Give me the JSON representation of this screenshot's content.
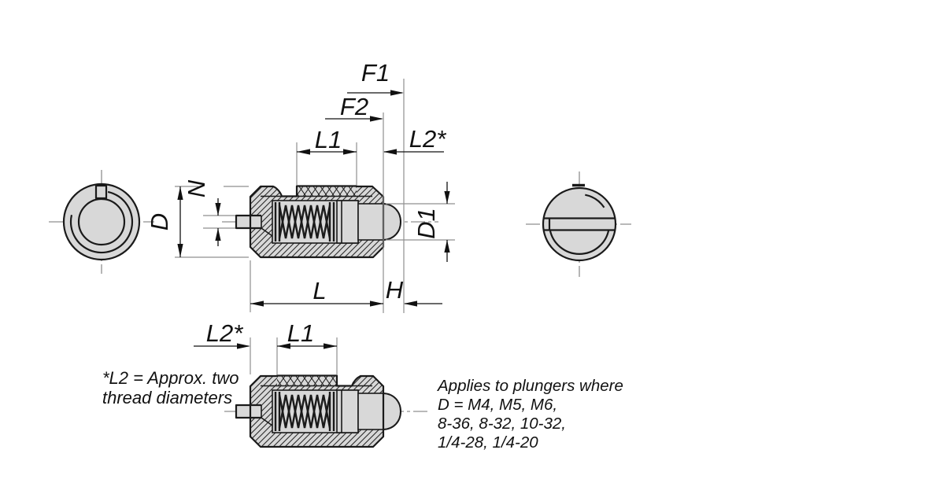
{
  "drawing": {
    "title": "Spring plunger with slot and spring-loaded pin — dimensioned section views",
    "labels": {
      "f1": "F1",
      "f2": "F2",
      "l1_top": "L1",
      "l2_top": "L2*",
      "d": "D",
      "n": "N",
      "d1": "D1",
      "l": "L",
      "h": "H",
      "l2_bottom": "L2*",
      "l1_bottom": "L1"
    },
    "notes": {
      "l2_note_line1": "*L2 = Approx. two",
      "l2_note_line2": "thread diameters",
      "applies_line1": "Applies to plungers where",
      "applies_line2": "D = M4, M5, M6,",
      "applies_line3": "8-36, 8-32, 10-32,",
      "applies_line4": "1/4-28, 1/4-20"
    },
    "colors": {
      "part_fill": "#d8d8d8",
      "outline": "#1a1a1a",
      "dim": "#111111",
      "aux": "#8f8f8f",
      "background": "#ffffff"
    }
  }
}
